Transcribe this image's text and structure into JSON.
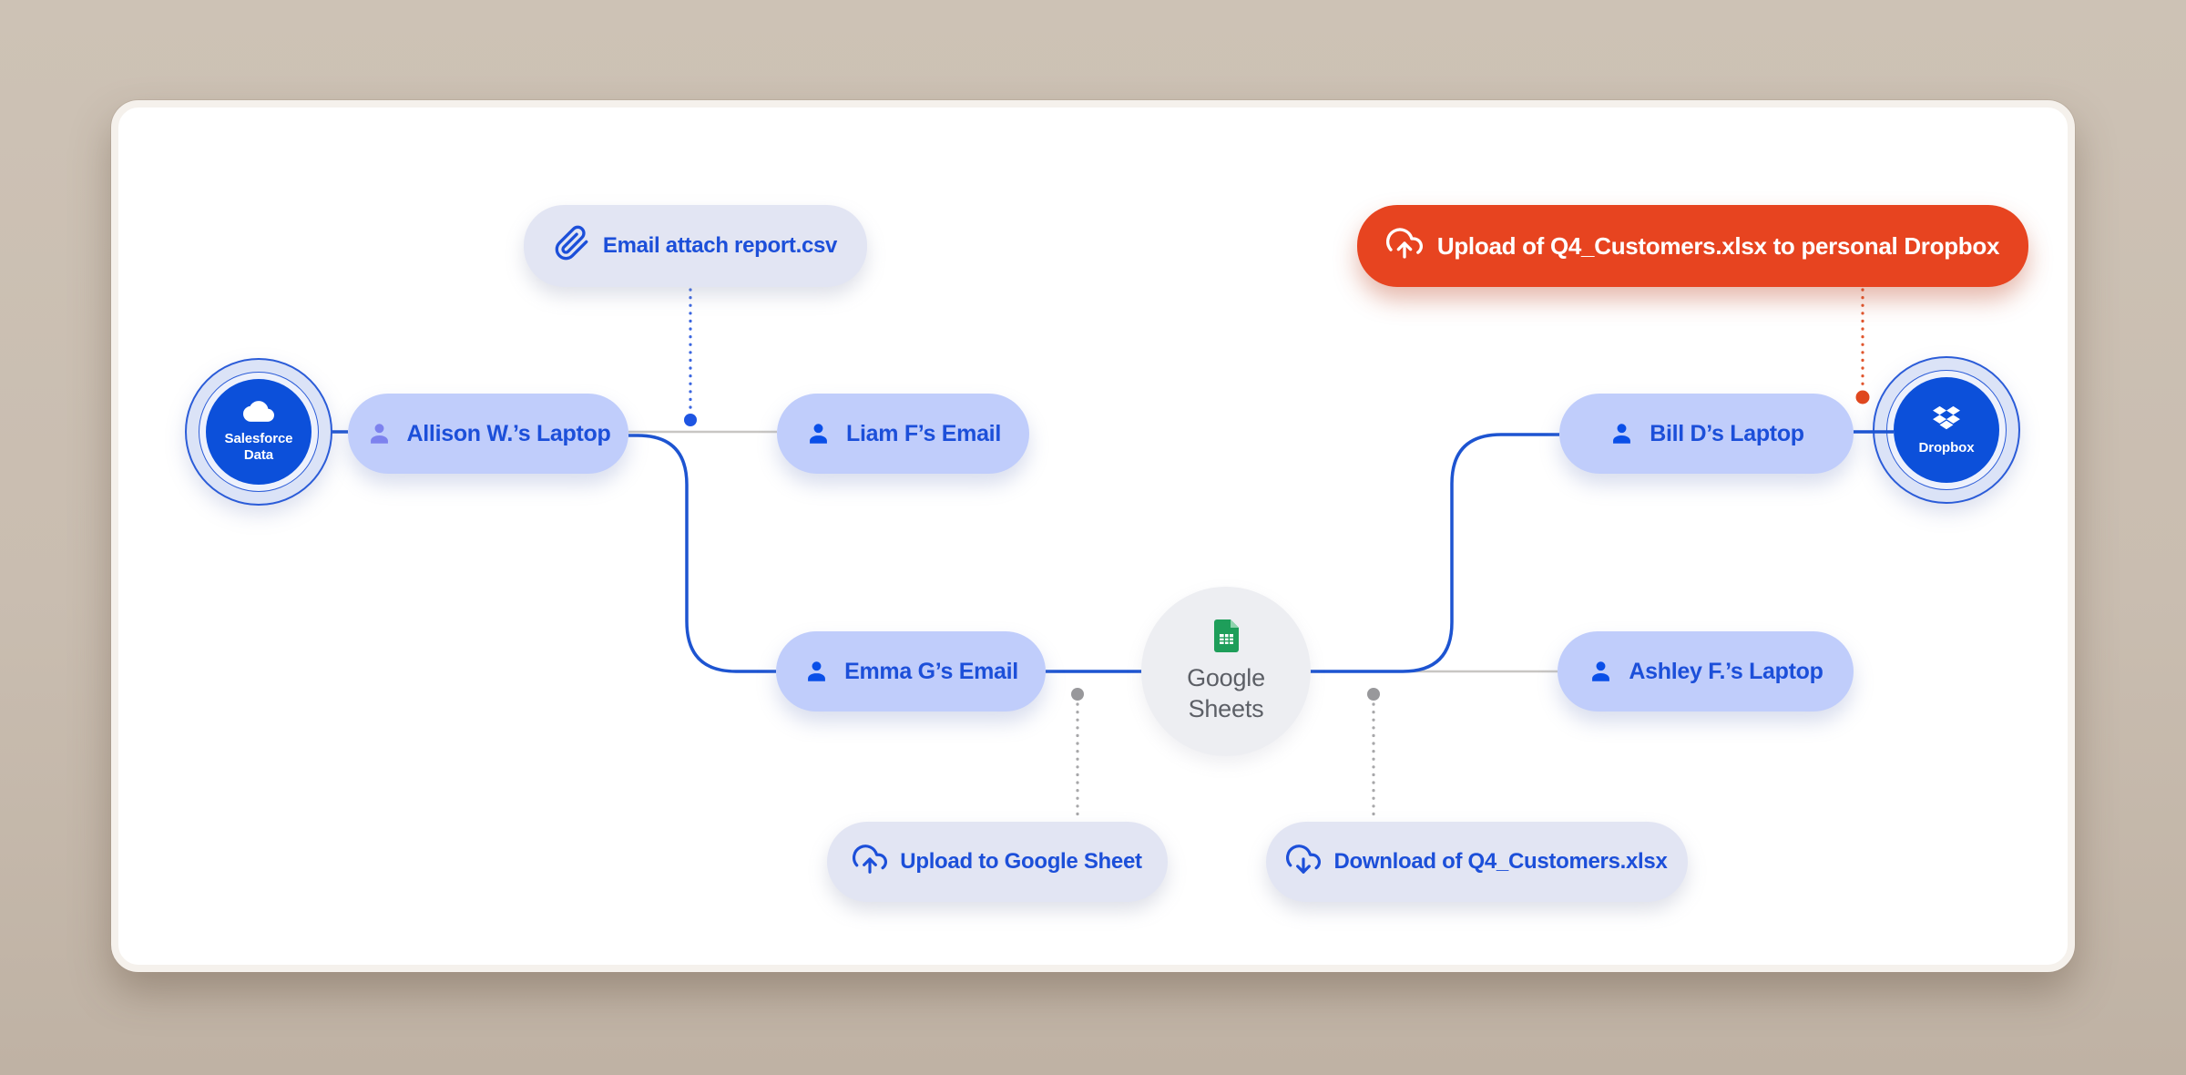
{
  "nodes": {
    "salesforce": {
      "line1": "Salesforce",
      "line2": "Data"
    },
    "google_sheets": {
      "line1": "Google",
      "line2": "Sheets"
    },
    "dropbox": {
      "label": "Dropbox"
    }
  },
  "pills": {
    "allison": {
      "label": "Allison W.’s Laptop"
    },
    "liam": {
      "label": "Liam F’s Email"
    },
    "emma": {
      "label": "Emma G’s Email"
    },
    "bill": {
      "label": "Bill D’s Laptop"
    },
    "ashley": {
      "label": "Ashley F.’s Laptop"
    }
  },
  "events": {
    "email_attach": {
      "label": "Email attach report.csv"
    },
    "upload_sheet": {
      "label": "Upload to Google Sheet"
    },
    "download_file": {
      "label": "Download of Q4_Customers.xlsx"
    },
    "dropbox_upload": {
      "label": "Upload of Q4_Customers.xlsx to personal Dropbox"
    }
  },
  "colors": {
    "accent_blue": "#1c4fd9",
    "node_blue": "#0c50da",
    "user_pill_blue": "#c0cdfb",
    "event_pill_lavender": "#e2e5f3",
    "alert_red": "#e74420",
    "sheets_green": "#1e9e5a",
    "background_tan": "#c9bdb0"
  }
}
